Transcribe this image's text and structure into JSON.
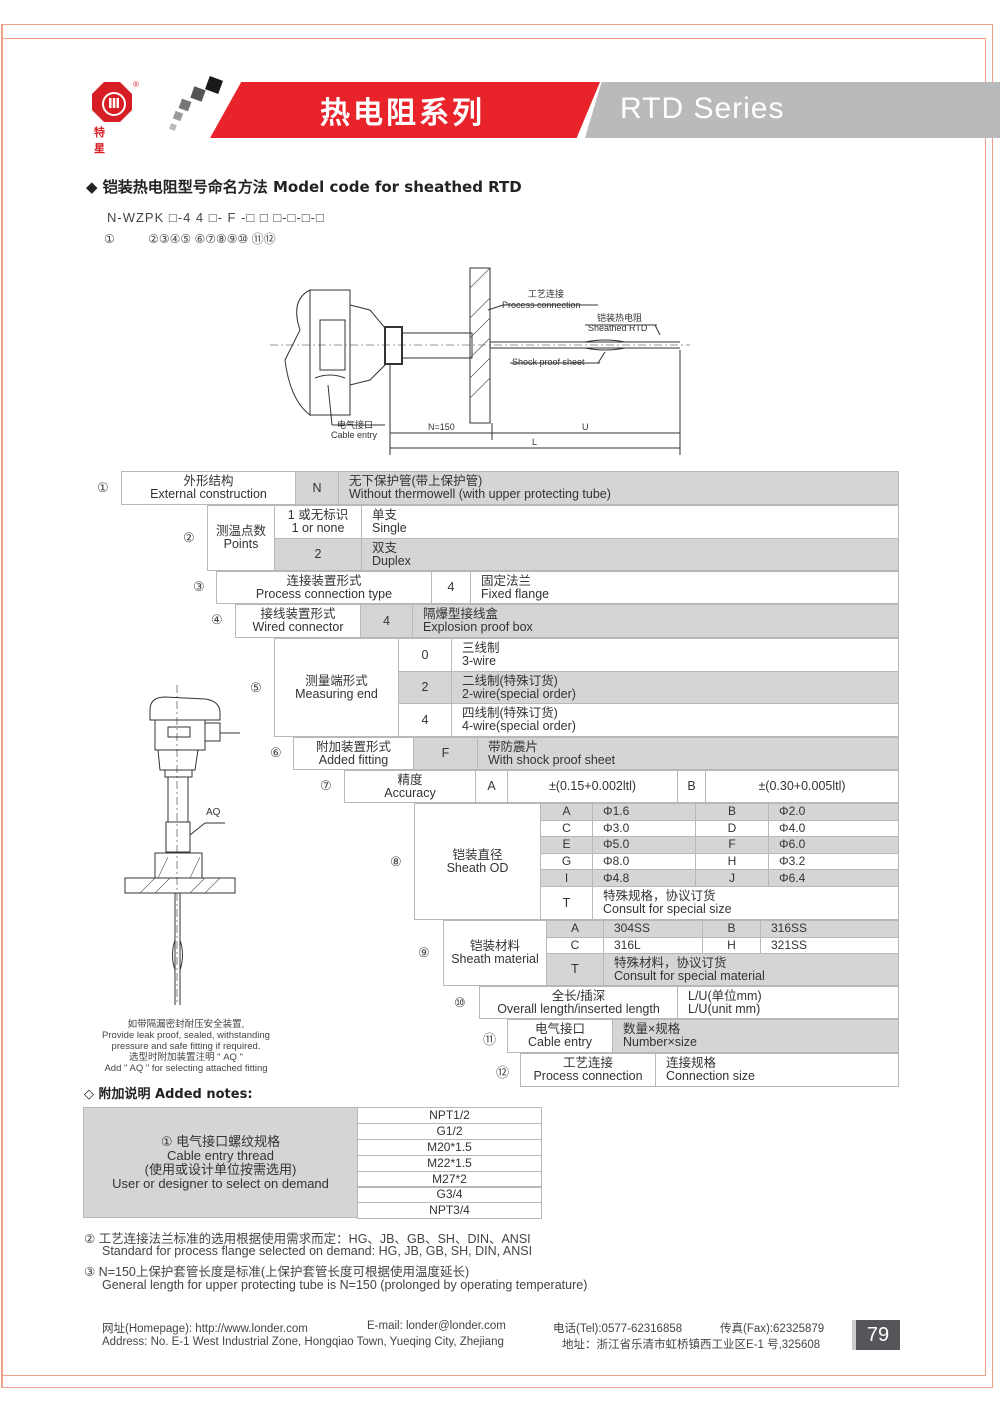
{
  "header": {
    "logo_text": "特 星",
    "logo_mark": "®",
    "title_cn": "热电阻系列",
    "title_en": "RTD Series"
  },
  "section": {
    "diamond": "◆",
    "title": "铠装热电阻型号命名方法 Model code for sheathed RTD",
    "model_code": "N-WZPK □-4 4 □- F -□ □ □-□-□-□",
    "position_numbers": "①          ②③④⑤ ⑥⑦⑧⑨⑩ ⑪⑫"
  },
  "diagram": {
    "process_connection_cn": "工艺连接",
    "process_connection_en": "Process connection",
    "sheathed_rtd_cn": "铠装热电阻",
    "sheathed_rtd_en": "Sheathed RTD",
    "shock_proof_sheet": "Shock proof sheet",
    "cable_entry_cn": "电气接口",
    "cable_entry_en": "Cable entry",
    "dim_n": "N=150",
    "dim_u": "U",
    "dim_l": "L"
  },
  "table": {
    "r1": {
      "num": "①",
      "label_cn": "外形结构",
      "label_en": "External construction",
      "code": "N",
      "desc_cn": "无下保护管(带上保护管)",
      "desc_en": "Without thermowell (with upper protecting tube)"
    },
    "r2": {
      "num": "②",
      "label_cn": "测温点数",
      "label_en": "Points",
      "options": [
        {
          "code_cn": "1 或无标识",
          "code_en": "1 or none",
          "desc_cn": "单支",
          "desc_en": "Single"
        },
        {
          "code_cn": "2",
          "code_en": "",
          "desc_cn": "双支",
          "desc_en": "Duplex"
        }
      ]
    },
    "r3": {
      "num": "③",
      "label_cn": "连接装置形式",
      "label_en": "Process connection type",
      "code": "4",
      "desc_cn": "固定法兰",
      "desc_en": "Fixed flange"
    },
    "r4": {
      "num": "④",
      "label_cn": "接线装置形式",
      "label_en": "Wired connector",
      "code": "4",
      "desc_cn": "隔爆型接线盒",
      "desc_en": "Explosion proof box"
    },
    "r5": {
      "num": "⑤",
      "label_cn": "测量端形式",
      "label_en": "Measuring end",
      "options": [
        {
          "code": "0",
          "desc_cn": "三线制",
          "desc_en": "3-wire"
        },
        {
          "code": "2",
          "desc_cn": "二线制(特殊订货)",
          "desc_en": "2-wire(special order)"
        },
        {
          "code": "4",
          "desc_cn": "四线制(特殊订货)",
          "desc_en": "4-wire(special order)"
        }
      ]
    },
    "r6": {
      "num": "⑥",
      "label_cn": "附加装置形式",
      "label_en": "Added fitting",
      "code": "F",
      "desc_cn": "带防震片",
      "desc_en": "With shock proof sheet"
    },
    "r7": {
      "num": "⑦",
      "label_cn": "精度",
      "label_en": "Accuracy",
      "code_a": "A",
      "val_a": "±(0.15+0.002ltl)",
      "code_b": "B",
      "val_b": "±(0.30+0.005ltl)"
    },
    "r8": {
      "num": "⑧",
      "label_cn": "铠装直径",
      "label_en": "Sheath OD",
      "pairs": [
        [
          "A",
          "Φ1.6",
          "B",
          "Φ2.0"
        ],
        [
          "C",
          "Φ3.0",
          "D",
          "Φ4.0"
        ],
        [
          "E",
          "Φ5.0",
          "F",
          "Φ6.0"
        ],
        [
          "G",
          "Φ8.0",
          "H",
          "Φ3.2"
        ],
        [
          "I",
          "Φ4.8",
          "J",
          "Φ6.4"
        ]
      ],
      "special_code": "T",
      "special_cn": "特殊规格，协议订货",
      "special_en": "Consult for special size"
    },
    "r9": {
      "num": "⑨",
      "label_cn": "铠装材料",
      "label_en": "Sheath material",
      "pairs": [
        [
          "A",
          "304SS",
          "B",
          "316SS"
        ],
        [
          "C",
          "316L",
          "H",
          "321SS"
        ]
      ],
      "special_code": "T",
      "special_cn": "特殊材料，协议订货",
      "special_en": "Consult for special material"
    },
    "r10": {
      "num": "⑩",
      "label_cn": "全长/插深",
      "label_en": "Overall length/inserted length",
      "desc_cn": "L/U(单位mm)",
      "desc_en": "L/U(unit mm)"
    },
    "r11": {
      "num": "⑪",
      "label_cn": "电气接口",
      "label_en": "Cable entry",
      "desc_cn": "数量×规格",
      "desc_en": "Number×size"
    },
    "r12": {
      "num": "⑫",
      "label_cn": "工艺连接",
      "label_en": "Process connection",
      "desc_cn": "连接规格",
      "desc_en": "Connection size"
    }
  },
  "side_diagram": {
    "aq_label": "AQ",
    "note_lines": [
      "如带隔漏密封耐压安全装置,",
      "Provide leak proof, sealed, withstanding",
      "pressure and safe fitting if required.",
      "选型时附加装置注明 \" AQ \"",
      "Add \" AQ \"  for selecting attached fitting"
    ]
  },
  "added_notes": {
    "heading": "◇ 附加说明  Added notes:",
    "thread_table": {
      "label_lines": [
        "① 电气接口螺纹规格",
        "Cable entry thread",
        "(使用或设计单位按需选用)",
        "User or designer to select on demand"
      ],
      "values": [
        "NPT1/2",
        "G1/2",
        "M20*1.5",
        "M22*1.5",
        "M27*2",
        "G3/4",
        "NPT3/4"
      ]
    },
    "note2_cn": "② 工艺连接法兰标准的选用根据使用需求而定：HG、JB、GB、SH、DIN、ANSI",
    "note2_en": "Standard for process flange selected on demand: HG, JB, GB, SH, DIN, ANSI",
    "note3_cn": "③ N=150上保护套管长度是标准(上保护套管长度可根据使用温度延长)",
    "note3_en": "General length for upper protecting tube is N=150 (prolonged by operating temperature)"
  },
  "footer": {
    "homepage": "网址(Homepage): http://www.londer.com",
    "email": "E-mail: londer@londer.com",
    "tel": "电话(Tel):0577-62316858",
    "fax": "传真(Fax):62325879",
    "address_en": "Address: No. E-1 West Industrial Zone, Hongqiao Town, Yueqing City, Zhejiang",
    "address_cn": "地址：浙江省乐清市虹桥镇西工业区E-1 号,325608",
    "page_number": "79"
  },
  "colors": {
    "brand_red": "#e8232a",
    "band_gray": "#b9babc",
    "cell_gray": "#d4d5d7",
    "frame": "#f0a088",
    "page_badge": "#555659"
  }
}
